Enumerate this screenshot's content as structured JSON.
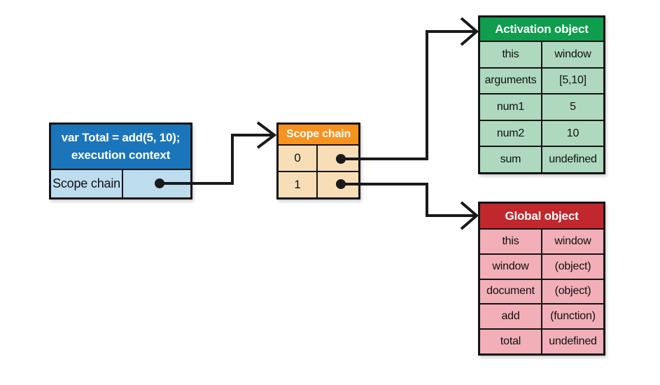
{
  "execution_context_box": {
    "title_line1": "var Total = add(5, 10);",
    "title_line2": "execution context",
    "scope_chain_label": "Scope chain",
    "header_color": "#1b75bb",
    "cell_color": "#bdddef",
    "header_text_color": "#ffffff"
  },
  "scope_chain_box": {
    "title": "Scope chain",
    "rows": [
      {
        "index": "0"
      },
      {
        "index": "1"
      }
    ],
    "header_color": "#f6921e",
    "cell_color": "#f8deb6",
    "header_text_color": "#ffffff"
  },
  "activation_object_table": {
    "title": "Activation object",
    "rows": [
      {
        "key": "this",
        "value": "window"
      },
      {
        "key": "arguments",
        "value": "[5,10]"
      },
      {
        "key": "num1",
        "value": "5"
      },
      {
        "key": "num2",
        "value": "10"
      },
      {
        "key": "sum",
        "value": "undefined"
      }
    ],
    "header_color": "#0f9d4e",
    "cell_color": "#aed9be",
    "header_text_color": "#ffffff"
  },
  "global_object_table": {
    "title": "Global object",
    "rows": [
      {
        "key": "this",
        "value": "window"
      },
      {
        "key": "window",
        "value": "(object)"
      },
      {
        "key": "document",
        "value": "(object)"
      },
      {
        "key": "add",
        "value": "(function)"
      },
      {
        "key": "total",
        "value": "undefined"
      }
    ],
    "header_color": "#c1272d",
    "cell_color": "#f2afb8",
    "header_text_color": "#ffffff"
  },
  "connectors": {
    "stroke_color": "#1a1a1a",
    "arrows": [
      {
        "from": "execution-context scope chain dot",
        "to": "scope-chain box"
      },
      {
        "from": "scope-chain slot 0 dot",
        "to": "activation-object table"
      },
      {
        "from": "scope-chain slot 1 dot",
        "to": "global-object table"
      }
    ]
  }
}
